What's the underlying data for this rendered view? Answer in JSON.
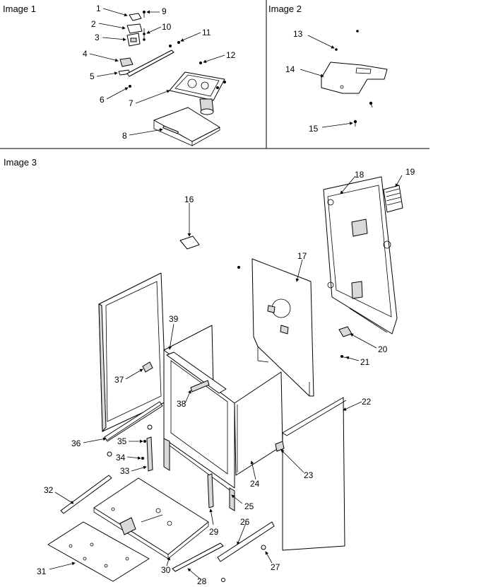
{
  "panels": [
    {
      "title": "Image 1"
    },
    {
      "title": "Image 2"
    },
    {
      "title": "Image 3"
    }
  ],
  "callouts": [
    "1",
    "2",
    "3",
    "4",
    "5",
    "6",
    "7",
    "8",
    "9",
    "10",
    "11",
    "12",
    "13",
    "14",
    "15",
    "16",
    "17",
    "18",
    "19",
    "20",
    "21",
    "22",
    "23",
    "24",
    "25",
    "26",
    "27",
    "28",
    "29",
    "30",
    "31",
    "32",
    "33",
    "34",
    "35",
    "36",
    "37",
    "38",
    "39"
  ]
}
